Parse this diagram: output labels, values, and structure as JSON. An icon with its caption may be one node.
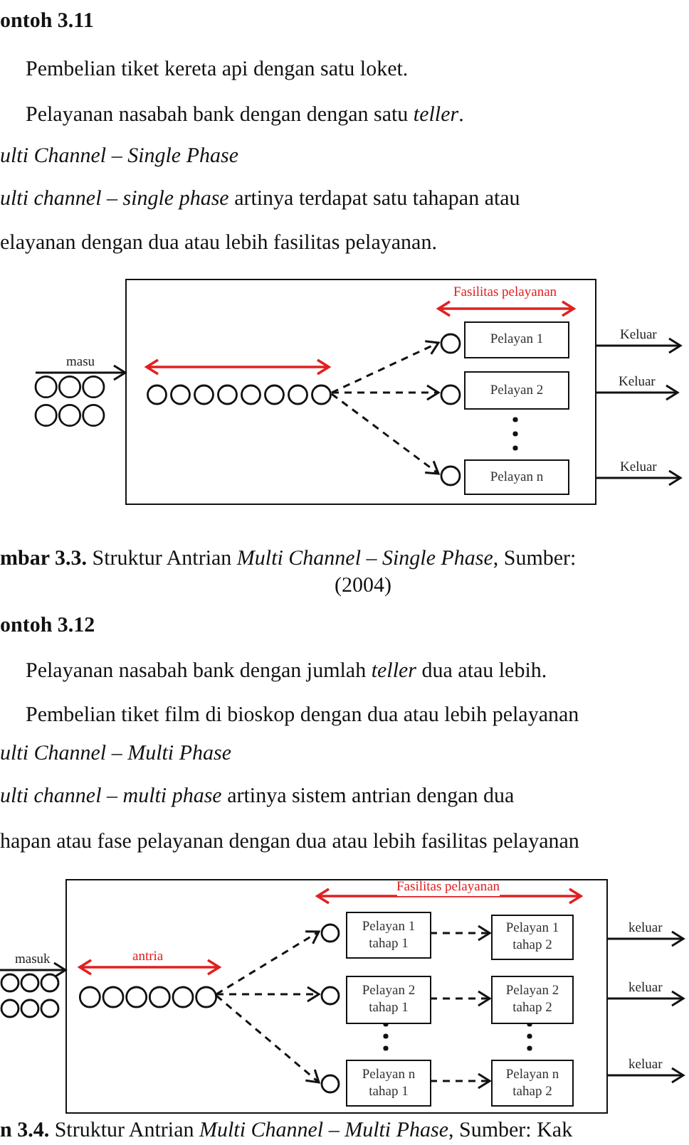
{
  "diagram": {
    "nodes": [
      {
        "text": [],
        "shape": "box"
      },
      {
        "text": [],
        "shape": "circle"
      },
      {
        "text": [],
        "shape": "circle",
        "in": 0
      },
      {
        "text": [],
        "shape": "circle",
        "in": 0
      },
      {
        "text": [
          "Pelayan 1"
        ],
        "in": 0
      },
      {
        "text": [],
        "shape": "circle",
        "in": 0
      },
      {
        "text": [
          "Pelayan 2"
        ],
        "in": 0
      },
      {
        "text": [],
        "shape": "circle",
        "in": 0
      },
      {
        "text": [
          "Pelayan n"
        ],
        "in": 0
      },
      {
        "text": [],
        "shape": "box"
      },
      {
        "text": [],
        "shape": "circle"
      },
      {
        "text": [],
        "shape": "circle",
        "in": 9
      },
      {
        "text": [],
        "shape": "circle",
        "in": 9
      },
      {
        "text": [
          "Pelayan 1 tahap 1"
        ],
        "in": 9
      },
      {
        "text": [
          "Pelayan 1 tahap 2"
        ],
        "in": 9
      },
      {
        "text": [],
        "shape": "circle",
        "in": 9
      },
      {
        "text": [
          "Pelayan 2 tahap 1"
        ],
        "in": 9
      },
      {
        "text": [
          "Pelayan 2 tahap 2"
        ],
        "in": 9
      },
      {
        "text": [],
        "shape": "circle",
        "in": 9
      },
      {
        "text": [
          "Pelayan n tahap 1"
        ],
        "in": 9
      },
      {
        "text": [
          "Pelayan n tahap 2"
        ],
        "in": 9
      }
    ],
    "edges": [
      {
        "from": 1,
        "to": 0,
        "arrow": "to",
        "label": "masu"
      },
      {
        "from": 2,
        "to": 3,
        "arrow": "to",
        "style": "dashed"
      },
      {
        "from": 2,
        "to": 5,
        "arrow": "to",
        "style": "dashed"
      },
      {
        "from": 2,
        "to": 7,
        "arrow": "to",
        "style": "dashed"
      },
      {
        "from": 0,
        "to": null,
        "arrow": "to",
        "label": "Keluar"
      },
      {
        "from": 0,
        "to": null,
        "arrow": "to",
        "label": "Keluar"
      },
      {
        "from": 0,
        "to": null,
        "arrow": "to",
        "label": "Keluar"
      },
      {
        "from": 10,
        "to": 9,
        "arrow": "to",
        "label": "masuk"
      },
      {
        "from": 11,
        "to": 12,
        "arrow": "to",
        "style": "dashed"
      },
      {
        "from": 11,
        "to": 15,
        "arrow": "to",
        "style": "dashed"
      },
      {
        "from": 11,
        "to": 18,
        "arrow": "to",
        "style": "dashed"
      },
      {
        "from": 13,
        "to": 14,
        "arrow": "to",
        "style": "dashed"
      },
      {
        "from": 16,
        "to": 17,
        "arrow": "to",
        "style": "dashed"
      },
      {
        "from": 19,
        "to": 20,
        "arrow": "to",
        "style": "dashed"
      },
      {
        "from": 9,
        "to": null,
        "arrow": "to",
        "label": "keluar"
      },
      {
        "from": 9,
        "to": null,
        "arrow": "to",
        "label": "keluar"
      },
      {
        "from": 9,
        "to": null,
        "arrow": "to",
        "label": "keluar"
      }
    ],
    "labels": [
      "ontoh 3.11",
      "Pembelian tiket kereta api dengan satu loket.",
      "Pelayanan nasabah bank dengan dengan satu *teller*.",
      "ulti Channel – Single Phase",
      "*ulti channel – single phase* artinya terdapat satu tahapan atau",
      "elayanan dengan dua atau lebih fasilitas pelayanan.",
      "Fasilitas pelayanan",
      "**mbar 3.3.** Struktur Antrian *Multi Channel – Single Phase*, Sumber:",
      "(2004)",
      "ontoh 3.12",
      "Pelayanan nasabah bank dengan jumlah *teller*  dua atau lebih.",
      "Pembelian tiket film di bioskop dengan dua atau lebih pelayanan",
      "ulti Channel – Multi Phase",
      "*ulti channel – multi phase* artinya sistem antrian dengan dua",
      "hapan atau fase pelayanan dengan dua atau lebih fasilitas pelayanan",
      "Fasilitas pelayanan",
      "antria",
      "**n 3.4.** Struktur Antrian *Multi Channel – Multi Phase*, Sumber: Kak"
    ]
  }
}
